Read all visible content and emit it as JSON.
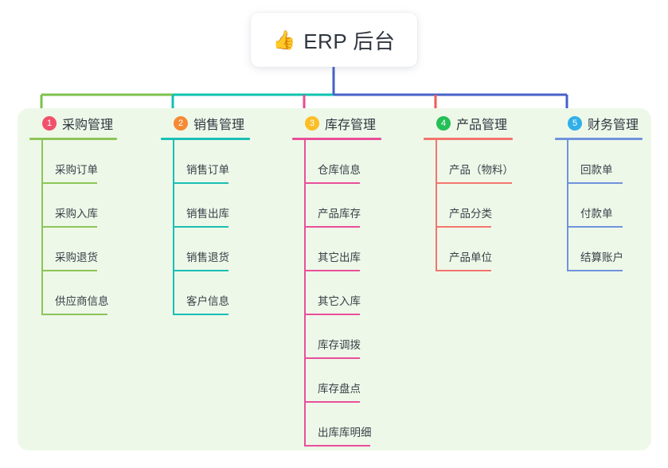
{
  "root": {
    "icon": "thumbs-up-icon",
    "icon_glyph": "👍",
    "title": "ERP 后台"
  },
  "panel": {
    "background": "#eef8e9"
  },
  "trunk_color": "#4560c8",
  "bus_segments": [
    {
      "color": "#7cc14b"
    },
    {
      "color": "#0fc2b0"
    },
    {
      "color": "#4560c8"
    }
  ],
  "columns": [
    {
      "id": "purchase",
      "number": "1",
      "label": "采购管理",
      "badge_color": "#f2516b",
      "line_color": "#8cc557",
      "drop_color": "#7cc14b",
      "items": [
        {
          "label": "采购订单"
        },
        {
          "label": "采购入库"
        },
        {
          "label": "采购退货"
        },
        {
          "label": "供应商信息"
        }
      ]
    },
    {
      "id": "sales",
      "number": "2",
      "label": "销售管理",
      "badge_color": "#f58a35",
      "line_color": "#19bfb4",
      "drop_color": "#0fc2b0",
      "items": [
        {
          "label": "销售订单"
        },
        {
          "label": "销售出库"
        },
        {
          "label": "销售退货"
        },
        {
          "label": "客户信息"
        }
      ]
    },
    {
      "id": "inventory",
      "number": "3",
      "label": "库存管理",
      "badge_color": "#fbbe28",
      "line_color": "#e94f9a",
      "drop_color": "#ec4a95",
      "items": [
        {
          "label": "仓库信息"
        },
        {
          "label": "产品库存"
        },
        {
          "label": "其它出库"
        },
        {
          "label": "其它入库"
        },
        {
          "label": "库存调拨"
        },
        {
          "label": "库存盘点"
        },
        {
          "label": "出库库明细"
        }
      ]
    },
    {
      "id": "product",
      "number": "4",
      "label": "产品管理",
      "badge_color": "#25bf57",
      "line_color": "#f2766e",
      "drop_color": "#f25a55",
      "items": [
        {
          "label": "产品（物料）"
        },
        {
          "label": "产品分类"
        },
        {
          "label": "产品单位"
        }
      ]
    },
    {
      "id": "finance",
      "number": "5",
      "label": "财务管理",
      "badge_color": "#31afe8",
      "line_color": "#6f93dd",
      "drop_color": "#4560c8",
      "items": [
        {
          "label": "回款单"
        },
        {
          "label": "付款单"
        },
        {
          "label": "结算账户"
        }
      ]
    }
  ]
}
